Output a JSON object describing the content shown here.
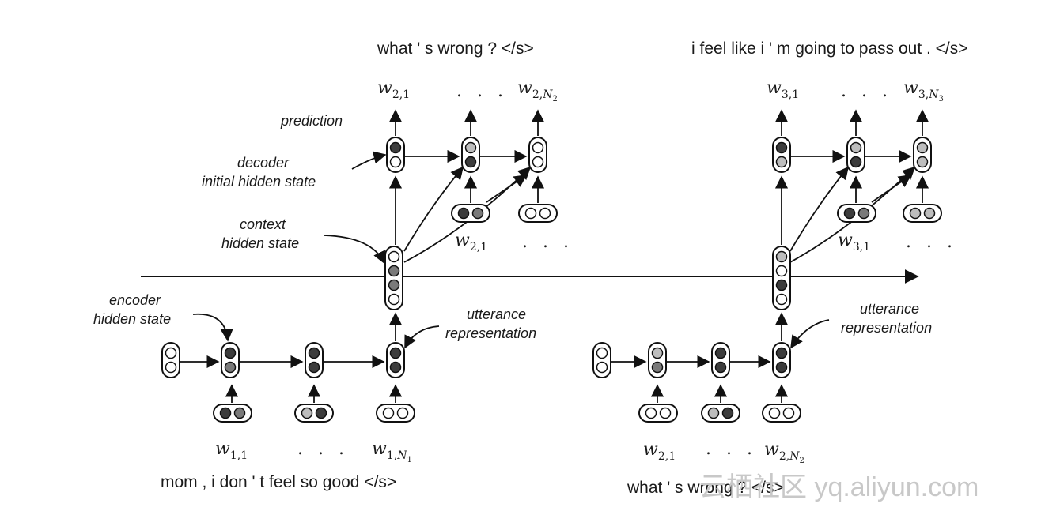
{
  "sentences": {
    "u1": "mom , i don ' t feel so good </s>",
    "u2_bottom": "what ' s wrong ? </s>",
    "u2_top": "what ' s wrong ? </s>",
    "u3": "i feel like i ' m going to pass out . </s>"
  },
  "labels": {
    "prediction": "prediction",
    "decoder_1": "decoder",
    "decoder_2": "initial hidden state",
    "context_1": "context",
    "context_2": "hidden state",
    "encoder_1": "encoder",
    "encoder_2": "hidden state",
    "utt1_1": "utterance",
    "utt1_2": "representation",
    "utt2_1": "utterance",
    "utt2_2": "representation"
  },
  "words": {
    "w11": {
      "base": "w",
      "sub": "1,1"
    },
    "w1N": {
      "base": "w",
      "sub": "1,",
      "subsub_base": "N",
      "subsub": "1"
    },
    "w21_bottom": {
      "base": "w",
      "sub": "2,1"
    },
    "w2N_bottom": {
      "base": "w",
      "sub": "2,",
      "subsub_base": "N",
      "subsub": "2"
    },
    "w21_in": {
      "base": "w",
      "sub": "2,1"
    },
    "w31_in": {
      "base": "w",
      "sub": "3,1"
    },
    "w21_out": {
      "base": "w",
      "sub": "2,1"
    },
    "w2N_out": {
      "base": "w",
      "sub": "2,",
      "subsub_base": "N",
      "subsub": "2"
    },
    "w31_out": {
      "base": "w",
      "sub": "3,1"
    },
    "w3N_out": {
      "base": "w",
      "sub": "3,",
      "subsub_base": "N",
      "subsub": "3"
    }
  },
  "ellipsis": ". . .",
  "watermark": "云栖社区 yq.aliyun.com",
  "colors": {
    "dark": "#3c3c3c",
    "mid": "#7a7a7a",
    "light": "#bdbdbd",
    "white": "#ffffff",
    "line": "#111111"
  }
}
